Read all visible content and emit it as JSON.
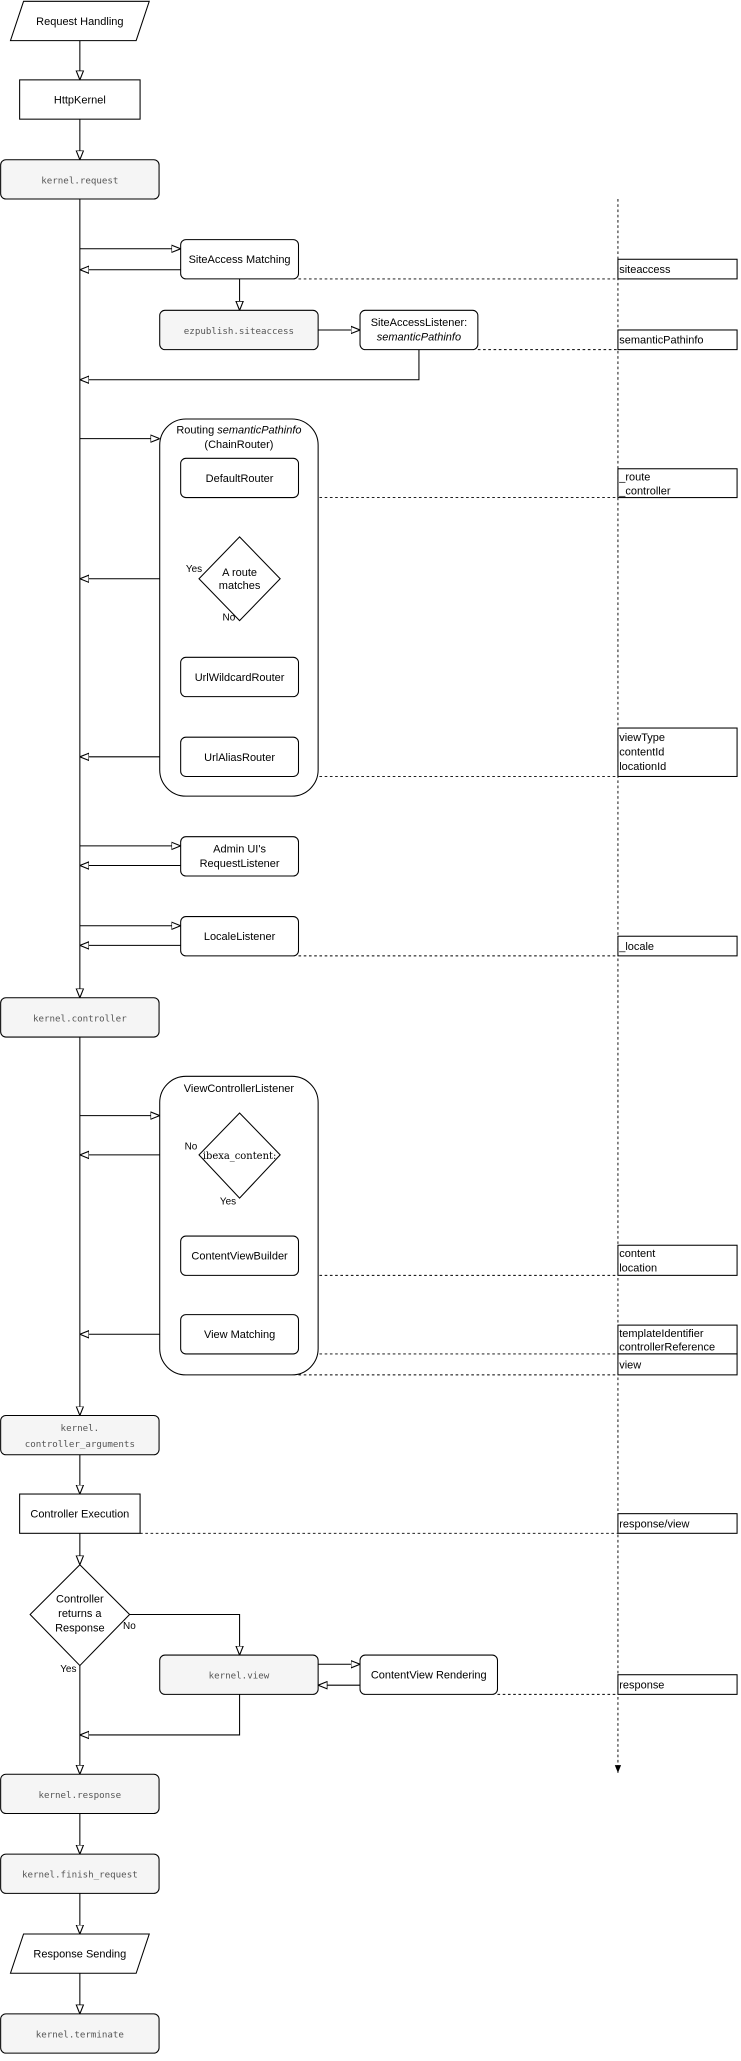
{
  "nodes": {
    "request_handling": "Request Handling",
    "http_kernel": "HttpKernel",
    "kernel_request": "kernel.request",
    "siteaccess_matching": "SiteAccess Matching",
    "ezpublish_siteaccess": "ezpublish.siteaccess",
    "siteaccess_listener": [
      "SiteAccessListener:",
      "semanticPathinfo"
    ],
    "routing": [
      "Routing ",
      "semanticPathinfo",
      "(ChainRouter)"
    ],
    "default_router": "DefaultRouter",
    "route_matches": [
      "A route",
      "matches"
    ],
    "url_wildcard_router": "UrlWildcardRouter",
    "url_alias_router": "UrlAliasRouter",
    "admin_request_listener": [
      "Admin UI's",
      "RequestListener"
    ],
    "locale_listener": "LocaleListener",
    "kernel_controller": "kernel.controller",
    "view_controller_listener": "ViewControllerListener",
    "ibexa_content": "ibexa_content:",
    "content_view_builder": "ContentViewBuilder",
    "view_matching": "View Matching",
    "kernel_controller_arguments": [
      "kernel.",
      "controller_arguments"
    ],
    "controller_execution": "Controller Execution",
    "controller_returns_response": [
      "Controller",
      "returns a",
      "Response"
    ],
    "kernel_view": "kernel.view",
    "content_view_rendering": "ContentView Rendering",
    "kernel_response": "kernel.response",
    "kernel_finish_request": "kernel.finish_request",
    "response_sending": "Response Sending",
    "kernel_terminate": "kernel.terminate"
  },
  "labels": {
    "yes": "Yes",
    "no": "No"
  },
  "outputs": {
    "siteaccess": "siteaccess",
    "semantic_path_info": "semanticPathinfo",
    "route_controller": [
      "_route",
      "_controller"
    ],
    "view_type": [
      "viewType",
      "contentId",
      "locationId"
    ],
    "locale": "_locale",
    "content_location": [
      "content",
      "location"
    ],
    "template_controller": [
      "templateIdentifier",
      "controllerReference"
    ],
    "view": "view",
    "response_view": "response/view",
    "response": "response"
  },
  "colors": {
    "event_fill": "#f5f5f5",
    "stroke": "#000000",
    "mono_text": "#555555"
  }
}
